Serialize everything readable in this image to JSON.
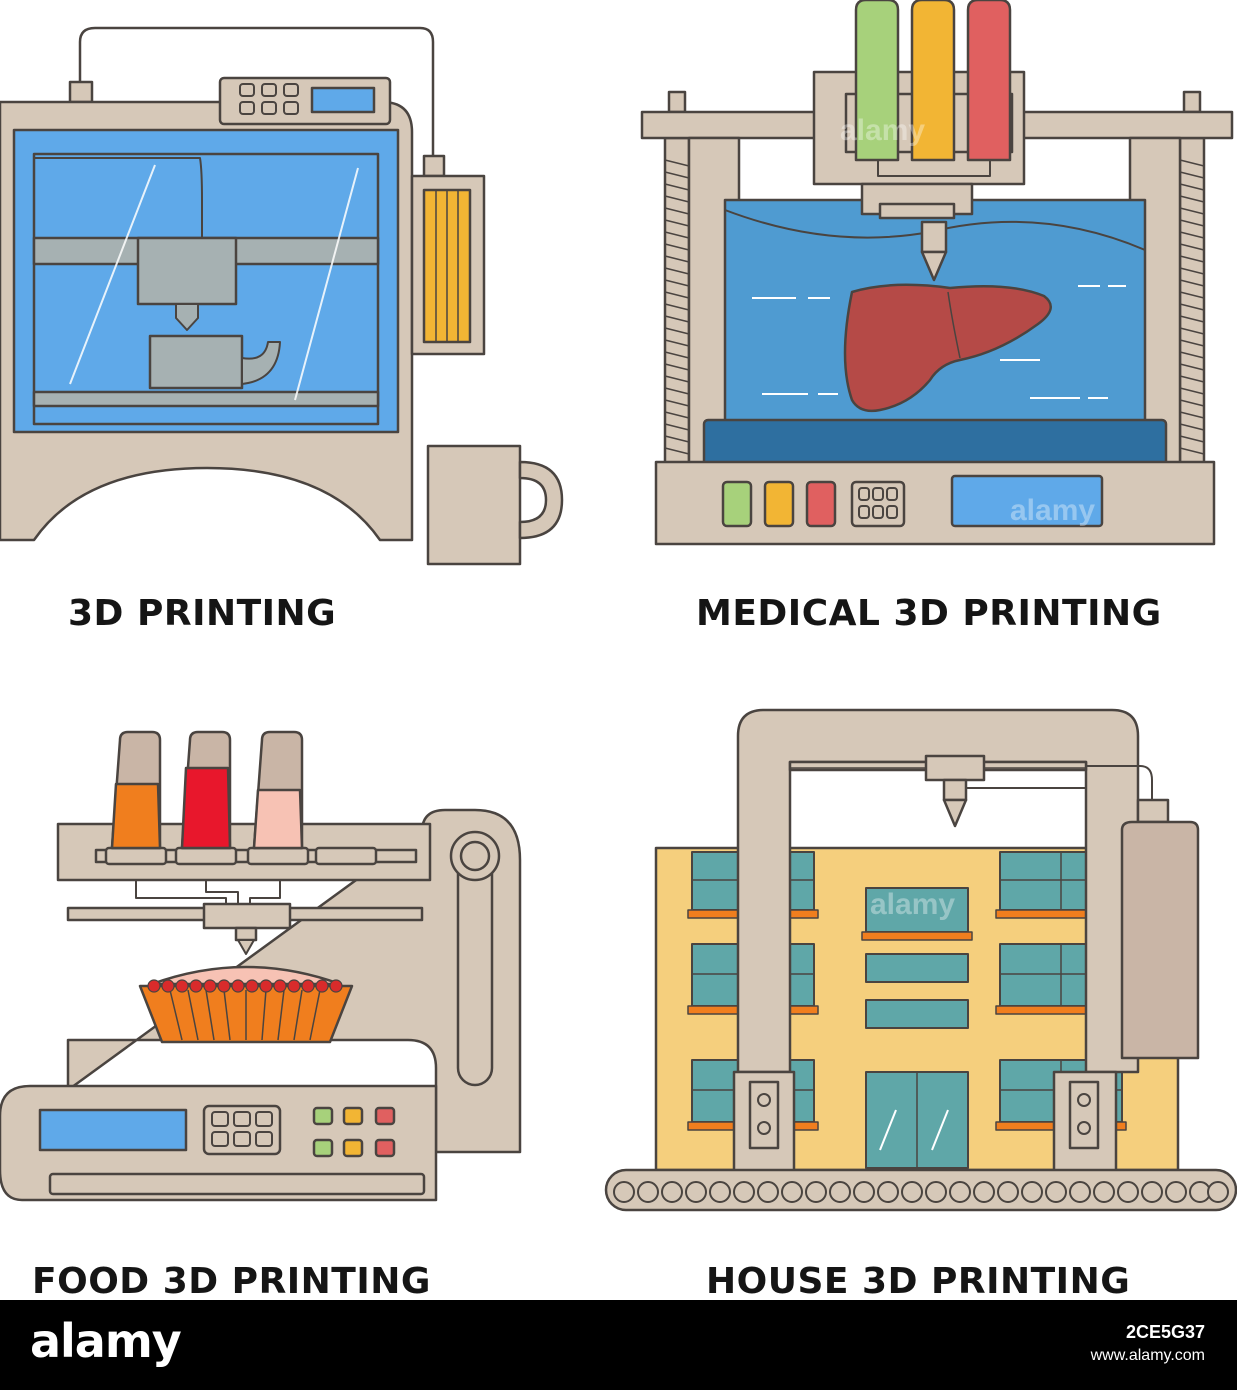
{
  "captions": {
    "printing": "3D PRINTING",
    "medical": "MEDICAL 3D PRINTING",
    "food": "FOOD 3D PRINTING",
    "house": "HOUSE 3D PRINTING"
  },
  "footer": {
    "logo": "alamy",
    "image_id": "2CE5G37",
    "site": "www.alamy.com"
  },
  "watermark": "alamy",
  "colors": {
    "frame": "#d6c8b8",
    "outline": "#4a4440",
    "glass_blue": "#5fa9e9",
    "water_blue": "#4f9bd1",
    "liver": "#b54a47",
    "green": "#a7d17b",
    "yellow": "#f2b534",
    "red": "#e06060",
    "building": "#f5cf7d",
    "window_teal": "#5fa7a8"
  },
  "icons": [
    "3d-printer-icon",
    "bioprinter-icon",
    "food-printer-icon",
    "construction-printer-icon"
  ]
}
